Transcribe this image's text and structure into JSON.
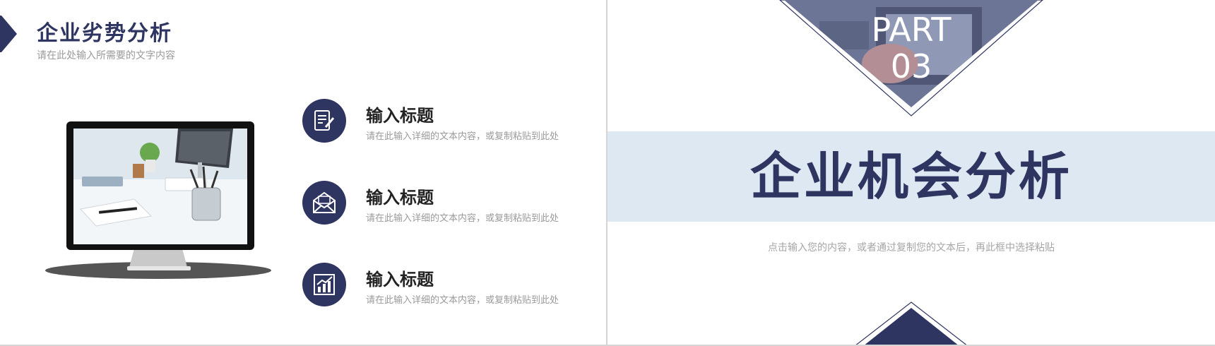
{
  "left_slide": {
    "title": "企业劣势分析",
    "subtitle": "请在此处输入所需要的文字内容",
    "items": [
      {
        "title": "输入标题",
        "desc": "请在此输入详细的文本内容，或复制粘贴到此处",
        "icon": "document-edit-icon"
      },
      {
        "title": "输入标题",
        "desc": "请在此输入详细的文本内容，或复制粘贴到此处",
        "icon": "envelope-icon"
      },
      {
        "title": "输入标题",
        "desc": "请在此输入详细的文本内容，或复制粘贴到此处",
        "icon": "bar-chart-icon"
      }
    ]
  },
  "right_slide": {
    "part_label": "PART",
    "part_number": "03",
    "title": "企业机会分析",
    "hint": "点击输入您的内容，或者通过复制您的文本后，再此框中选择粘贴"
  },
  "colors": {
    "navy": "#2f3561",
    "band": "#dde8f3",
    "muted_text": "#9a9a9a"
  }
}
